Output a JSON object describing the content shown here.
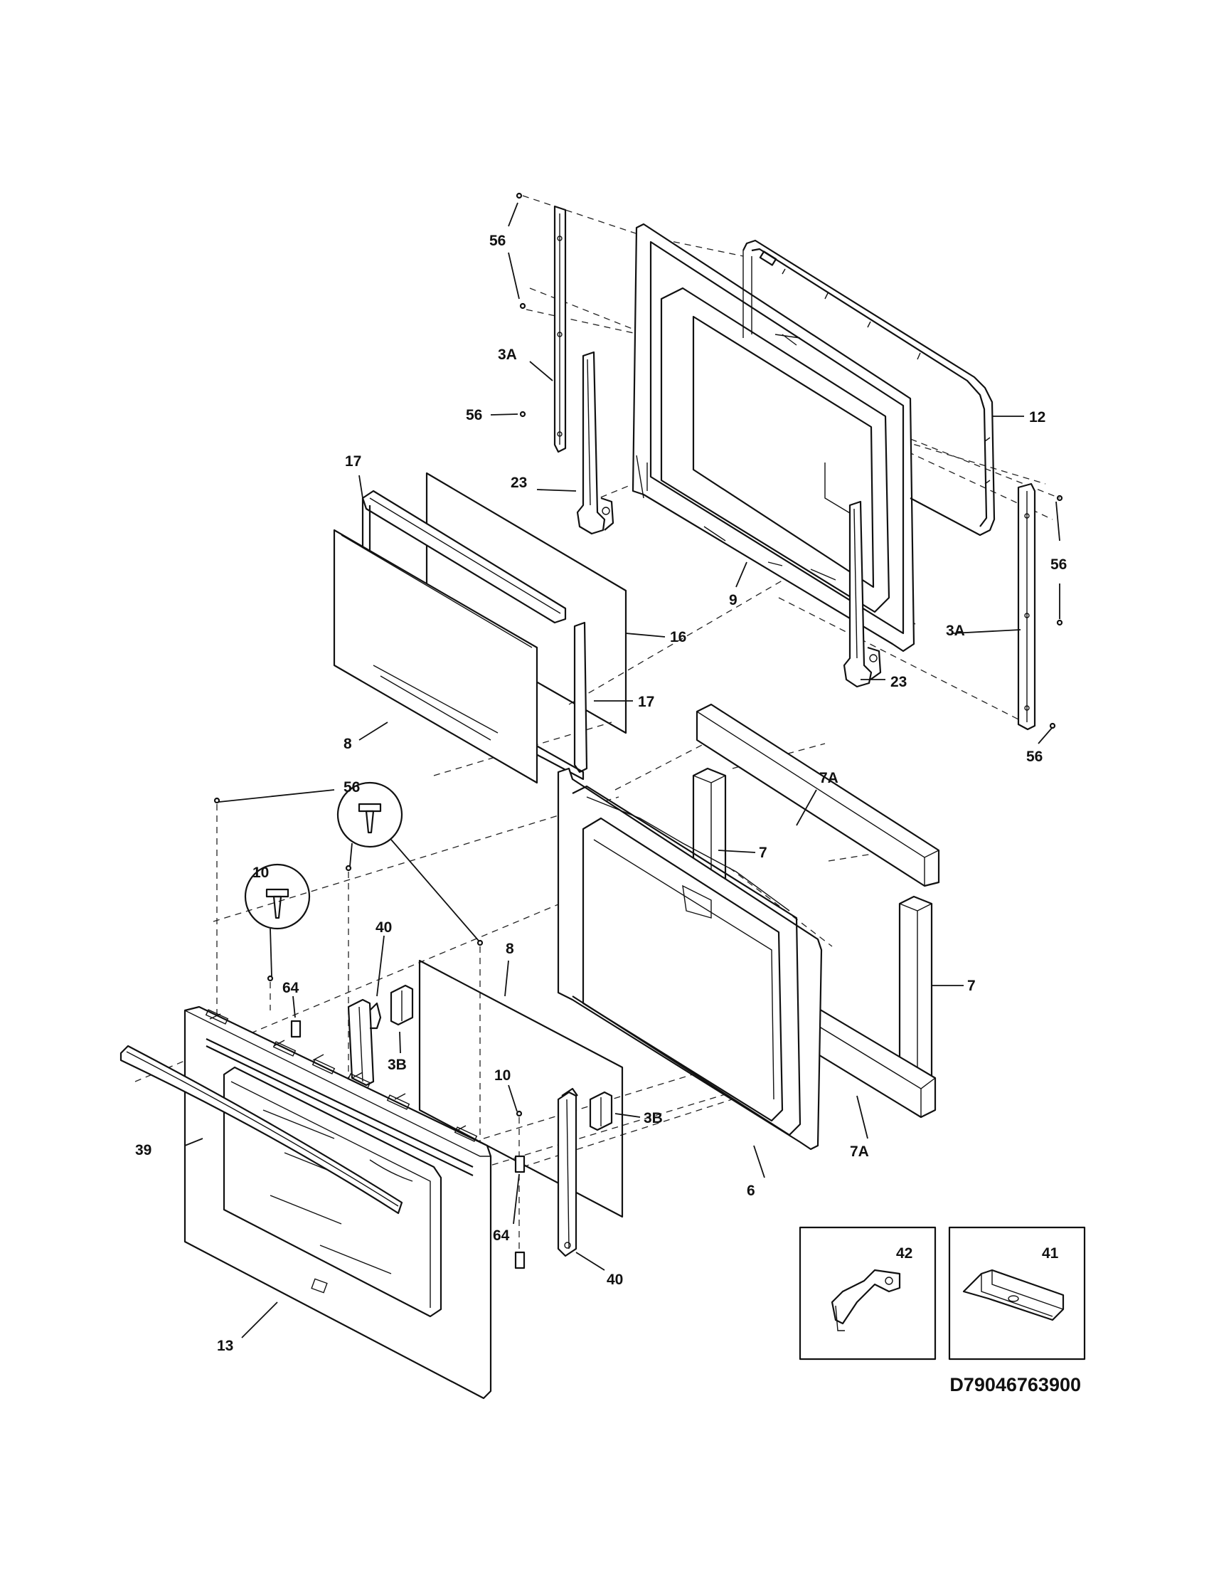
{
  "diagram_code": "D79046763900",
  "labels": {
    "l56_top": "56",
    "l3A_left": "3A",
    "l56_mid": "56",
    "l12": "12",
    "l17_top": "17",
    "l23_left": "23",
    "l9": "9",
    "l16": "16",
    "l17_right": "17",
    "l56_right": "56",
    "l3A_right": "3A",
    "l23_right": "23",
    "l8_left": "8",
    "l56_bottom_right": "56",
    "l7A_top": "7A",
    "l56_circle": "56",
    "l7_top": "7",
    "l10_circle": "10",
    "l40_top": "40",
    "l8_mid": "8",
    "l7_right": "7",
    "l64_top": "64",
    "l3B_left": "3B",
    "l10_small": "10",
    "l3B_right": "3B",
    "l7A_bottom": "7A",
    "l39": "39",
    "l6": "6",
    "l64_bottom": "64",
    "l40_bottom": "40",
    "l13": "13",
    "l42": "42",
    "l41": "41"
  }
}
